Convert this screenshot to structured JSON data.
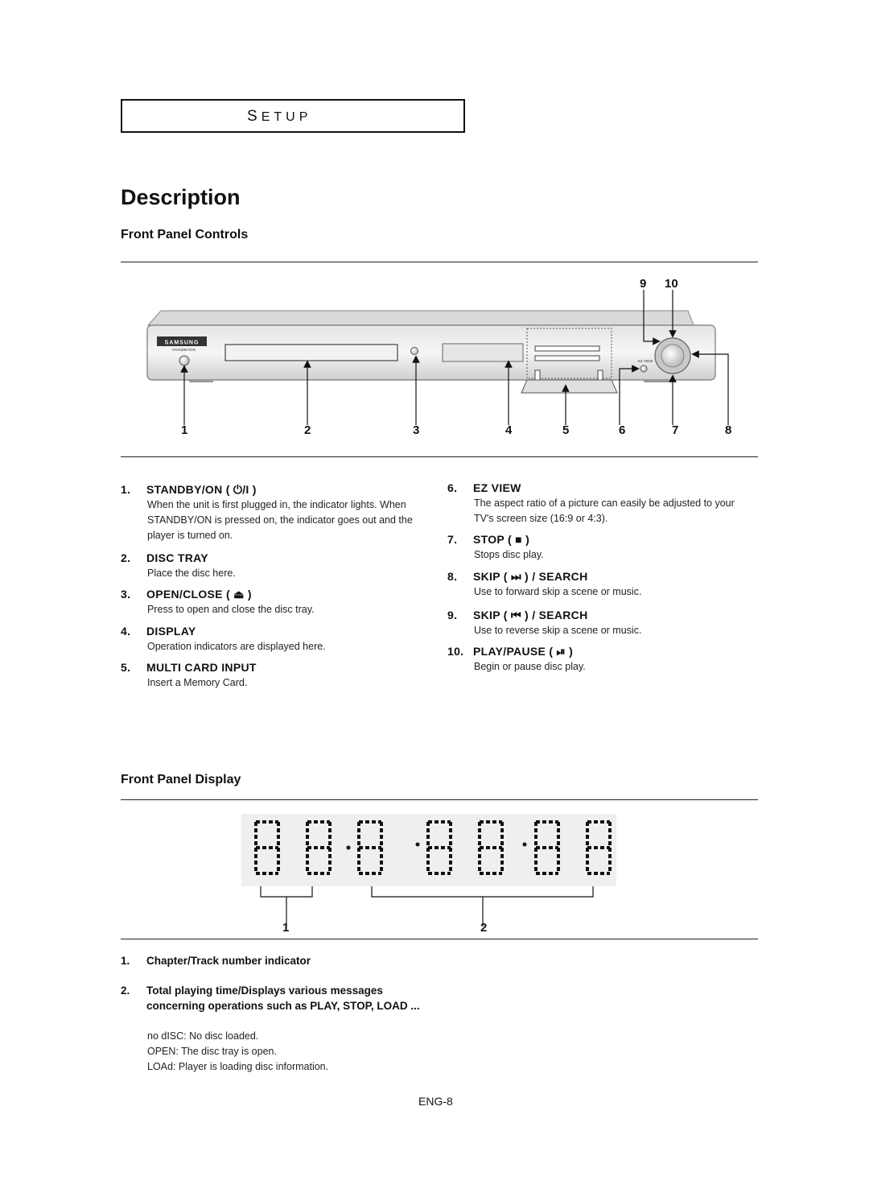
{
  "header": {
    "section_title_first": "S",
    "section_title_rest": "ETUP"
  },
  "page_title": "Description",
  "front_panel_controls": {
    "heading": "Front Panel Controls",
    "brand": "SAMSUNG",
    "standby_label": "STANDBY/ON",
    "ezview_label": "EZ VIEW",
    "top_callouts": [
      "9",
      "10"
    ],
    "bottom_callouts": [
      "1",
      "2",
      "3",
      "4",
      "5",
      "6",
      "7",
      "8"
    ],
    "left_items": [
      {
        "num": "1.",
        "head": "STANDBY/ON ( ⏻/I )",
        "desc": "When the unit is first plugged in, the indicator lights. When STANDBY/ON is pressed on, the indicator goes out and the player is turned on."
      },
      {
        "num": "2.",
        "head": "DISC TRAY",
        "desc": "Place the disc here."
      },
      {
        "num": "3.",
        "head": "OPEN/CLOSE ( ⏏ )",
        "desc": "Press to open and close the disc tray."
      },
      {
        "num": "4.",
        "head": "DISPLAY",
        "desc": "Operation indicators are displayed here."
      },
      {
        "num": "5.",
        "head": "MULTI CARD INPUT",
        "desc": "Insert a Memory Card."
      }
    ],
    "right_items": [
      {
        "num": "6.",
        "head": "EZ VIEW",
        "desc": "The aspect ratio of a picture can easily be adjusted to your TV's screen size (16:9 or 4:3)."
      },
      {
        "num": "7.",
        "head": "STOP ( ■ )",
        "desc": "Stops disc play."
      },
      {
        "num": "8.",
        "head": "SKIP ( ⏭ ) / SEARCH",
        "desc": "Use to forward skip a scene or music."
      },
      {
        "num": "9.",
        "head": "SKIP ( ⏮ ) / SEARCH",
        "desc": "Use to reverse skip a scene or music."
      },
      {
        "num": "10.",
        "head": "PLAY/PAUSE ( ⏯ )",
        "desc": "Begin or pause disc play."
      }
    ]
  },
  "front_panel_display": {
    "heading": "Front Panel Display",
    "callouts": [
      "1",
      "2"
    ],
    "items": [
      {
        "num": "1.",
        "text": "Chapter/Track number indicator"
      },
      {
        "num": "2.",
        "text": "Total playing time/Displays various messages concerning operations such as PLAY, STOP, LOAD ..."
      }
    ],
    "messages": [
      "no dISC: No disc loaded.",
      "OPEN: The disc tray is open.",
      "LOAd: Player is loading disc information."
    ]
  },
  "footer": {
    "page_number": "ENG-8"
  }
}
